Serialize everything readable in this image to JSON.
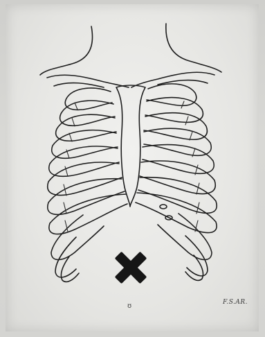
{
  "illustration": {
    "subject": "",
    "signature": "F.S.AR.",
    "bottom_mark": "ʊ",
    "marker": "X",
    "colors": {
      "paper": "#ececea",
      "ink": "#1e1e1e",
      "marker": "#161616"
    }
  }
}
